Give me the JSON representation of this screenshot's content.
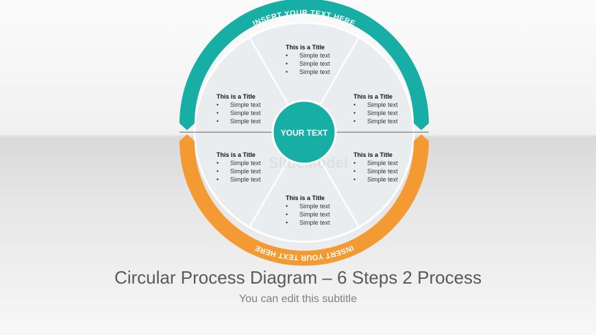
{
  "colors": {
    "teal": "#17aea6",
    "orange": "#f39a33",
    "pie": "#e9edef"
  },
  "top_arc_label": "INSERT YOUR TEXT HERE",
  "bottom_arc_label": "INSERT YOUR TEXT HERE",
  "center_label": "YOUR TEXT",
  "watermark": "SlideModel",
  "steps": [
    {
      "title": "This is a Title",
      "items": [
        "Simple text",
        "Simple text",
        "Simple text"
      ]
    },
    {
      "title": "This is a Title",
      "items": [
        "Simple text",
        "Simple text",
        "Simple text"
      ]
    },
    {
      "title": "This is a Title",
      "items": [
        "Simple text",
        "Simple text",
        "Simple text"
      ]
    },
    {
      "title": "This is a Title",
      "items": [
        "Simple text",
        "Simple text",
        "Simple text"
      ]
    },
    {
      "title": "This is a Title",
      "items": [
        "Simple text",
        "Simple text",
        "Simple text"
      ]
    },
    {
      "title": "This is a Title",
      "items": [
        "Simple text",
        "Simple text",
        "Simple text"
      ]
    }
  ],
  "title": "Circular Process Diagram – 6 Steps 2 Process",
  "subtitle": "You can edit this subtitle"
}
